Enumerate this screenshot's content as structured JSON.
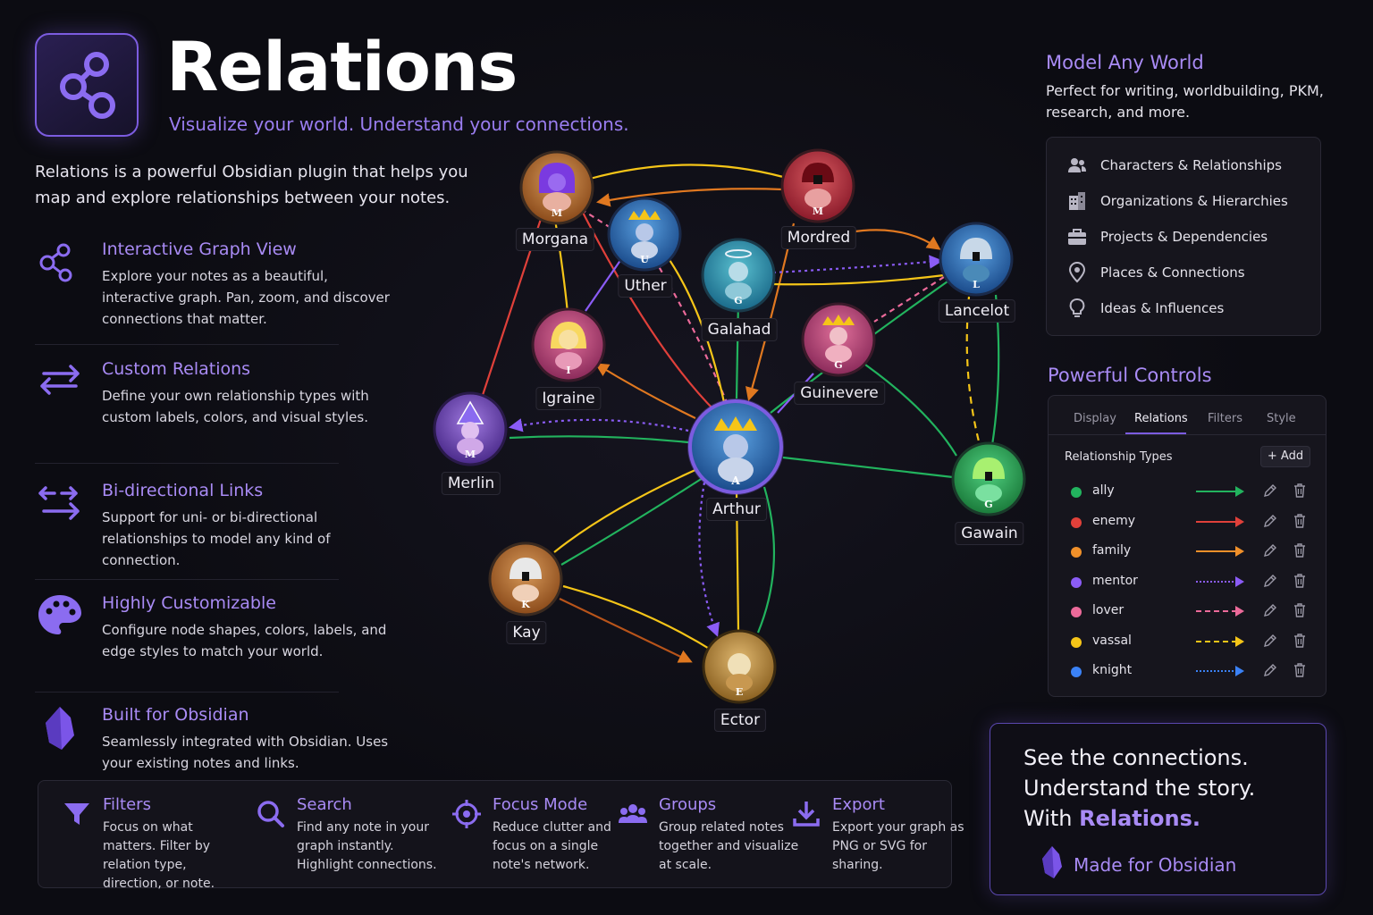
{
  "header": {
    "title": "Relations",
    "tagline": "Visualize your world. Understand your connections."
  },
  "intro": "Relations is a powerful Obsidian plugin that helps you map and explore relationships between your notes.",
  "features": [
    {
      "title": "Interactive Graph View",
      "desc": "Explore your notes as a beautiful, interactive graph. Pan, zoom, and discover connections that matter.",
      "icon": "graph-icon"
    },
    {
      "title": "Custom Relations",
      "desc": "Define your own relationship types with custom labels, colors, and visual styles.",
      "icon": "swap-arrows-icon"
    },
    {
      "title": "Bi-directional Links",
      "desc": "Support for uni- or bi-directional relationships to model any kind of connection.",
      "icon": "bidirectional-arrows-icon"
    },
    {
      "title": "Highly Customizable",
      "desc": "Configure node shapes, colors, labels, and edge styles to match your world.",
      "icon": "palette-icon"
    },
    {
      "title": "Built for Obsidian",
      "desc": "Seamlessly integrated with Obsidian. Uses your existing notes and links.",
      "icon": "obsidian-gem-icon"
    }
  ],
  "graph": {
    "nodes": [
      {
        "id": "morgana",
        "label": "Morgana",
        "initial": "M"
      },
      {
        "id": "uther",
        "label": "Uther",
        "initial": "U"
      },
      {
        "id": "mordred",
        "label": "Mordred",
        "initial": "M"
      },
      {
        "id": "galahad",
        "label": "Galahad",
        "initial": "G"
      },
      {
        "id": "lancelot",
        "label": "Lancelot",
        "initial": "L"
      },
      {
        "id": "igraine",
        "label": "Igraine",
        "initial": "I"
      },
      {
        "id": "guinevere",
        "label": "Guinevere",
        "initial": "G"
      },
      {
        "id": "merlin",
        "label": "Merlin",
        "initial": "M"
      },
      {
        "id": "arthur",
        "label": "Arthur",
        "initial": "A"
      },
      {
        "id": "gawain",
        "label": "Gawain",
        "initial": "G"
      },
      {
        "id": "kay",
        "label": "Kay",
        "initial": "K"
      },
      {
        "id": "ector",
        "label": "Ector",
        "initial": "E"
      }
    ]
  },
  "bottom_bar": [
    {
      "title": "Filters",
      "desc": "Focus on what matters. Filter by relation type, direction, or note.",
      "icon": "filter-icon"
    },
    {
      "title": "Search",
      "desc": "Find any note in your graph instantly. Highlight connections.",
      "icon": "search-icon"
    },
    {
      "title": "Focus Mode",
      "desc": "Reduce clutter and focus on a single note's network.",
      "icon": "crosshair-icon"
    },
    {
      "title": "Groups",
      "desc": "Group related notes together and visualize at scale.",
      "icon": "users-icon"
    },
    {
      "title": "Export",
      "desc": "Export your graph as PNG or SVG for sharing.",
      "icon": "download-icon"
    }
  ],
  "model_world": {
    "title": "Model Any World",
    "desc": "Perfect for writing, worldbuilding, PKM, research, and more.",
    "items": [
      {
        "label": "Characters & Relationships",
        "icon": "users-icon"
      },
      {
        "label": "Organizations & Hierarchies",
        "icon": "building-icon"
      },
      {
        "label": "Projects & Dependencies",
        "icon": "briefcase-icon"
      },
      {
        "label": "Places & Connections",
        "icon": "map-pin-icon"
      },
      {
        "label": "Ideas & Influences",
        "icon": "lightbulb-icon"
      }
    ]
  },
  "controls": {
    "title": "Powerful Controls",
    "tabs": [
      "Display",
      "Relations",
      "Filters",
      "Style"
    ],
    "active_tab": "Relations",
    "section_title": "Relationship Types",
    "add_label": "+ Add",
    "relations": [
      {
        "name": "ally",
        "color": "#22b35e",
        "style": "solid"
      },
      {
        "name": "enemy",
        "color": "#e0403a",
        "style": "solid"
      },
      {
        "name": "family",
        "color": "#f0902a",
        "style": "solid"
      },
      {
        "name": "mentor",
        "color": "#8b5cf6",
        "style": "dotted"
      },
      {
        "name": "lover",
        "color": "#ec6a9a",
        "style": "dashed"
      },
      {
        "name": "vassal",
        "color": "#f5c518",
        "style": "dashed"
      },
      {
        "name": "knight",
        "color": "#3b82f6",
        "style": "dotted"
      }
    ]
  },
  "cta": {
    "line1": "See the connections.",
    "line2": "Understand the story.",
    "line3_prefix": "With ",
    "line3_accent": "Relations.",
    "made_for": "Made for Obsidian"
  }
}
